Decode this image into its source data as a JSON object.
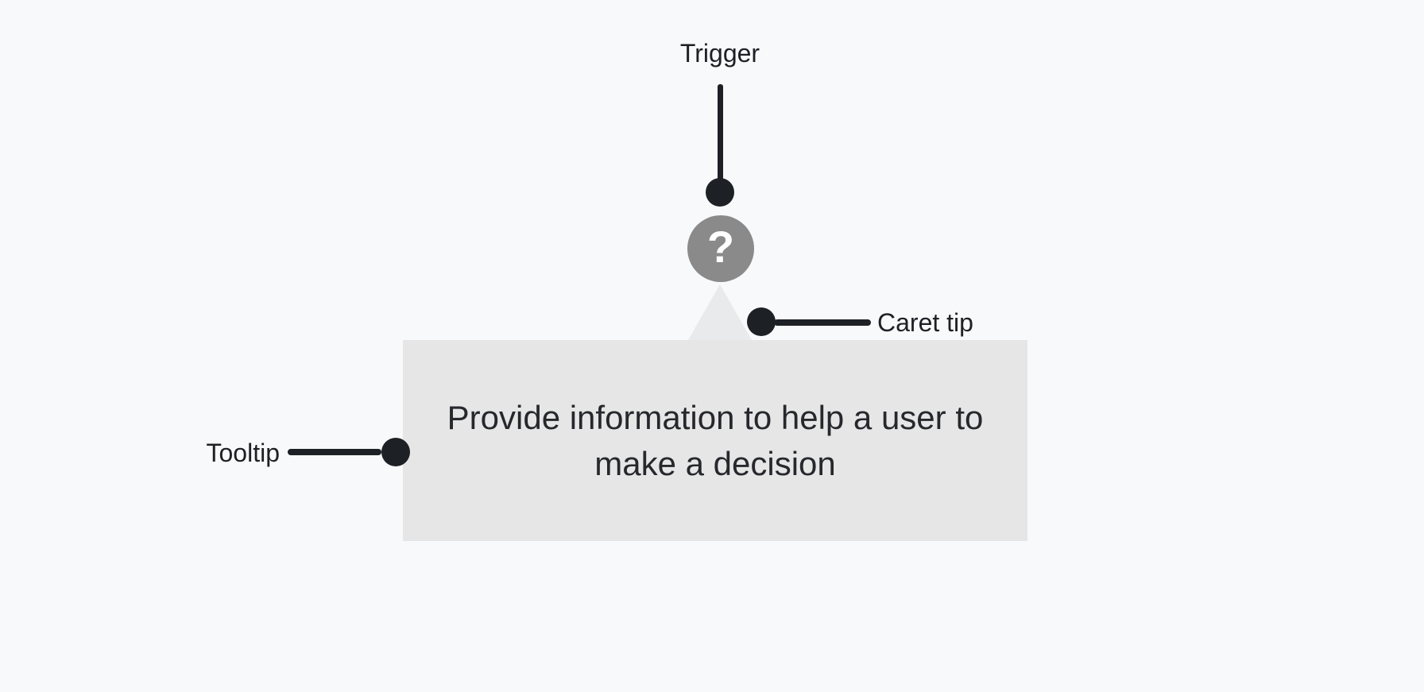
{
  "colors": {
    "bg": "#f7f9fa",
    "ink": "#1d2025",
    "tooltip_bg": "#e6e6e7",
    "caret_bg": "#e9eaeb",
    "icon_bg": "#8a8a8a",
    "icon_glyph": "#ffffff",
    "body_text": "#26282c"
  },
  "annotations": {
    "trigger": {
      "label": "Trigger"
    },
    "caret_tip": {
      "label": "Caret tip"
    },
    "tooltip": {
      "label": "Tooltip"
    }
  },
  "trigger_icon": {
    "glyph": "?"
  },
  "tooltip": {
    "text": "Provide information to help a user to make a decision",
    "line1": "Provide information to help a user to",
    "line2": "make a decision"
  }
}
